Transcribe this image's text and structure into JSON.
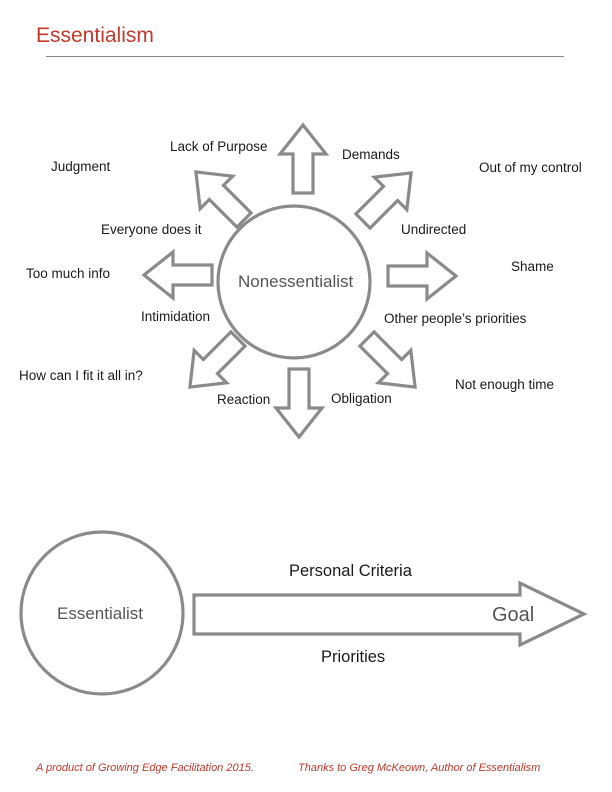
{
  "header": {
    "title": "Essentialism"
  },
  "nonessentialist": {
    "center": "Nonessentialist",
    "labels": {
      "lack_of_purpose": "Lack of Purpose",
      "demands": "Demands",
      "judgment": "Judgment",
      "out_of_control": "Out of my control",
      "everyone_does_it": "Everyone does it",
      "undirected": "Undirected",
      "too_much_info": "Too much info",
      "shame": "Shame",
      "intimidation": "Intimidation",
      "other_priorities": "Other people’s priorities",
      "fit_it_all_in": "How can I fit it all in?",
      "not_enough_time": "Not enough time",
      "reaction": "Reaction",
      "obligation": "Obligation"
    }
  },
  "essentialist": {
    "center": "Essentialist",
    "above_arrow": "Personal Criteria",
    "arrow_label": "Goal",
    "below_arrow": "Priorities"
  },
  "footer": {
    "left": "A product of Growing Edge Facilitation 2015.",
    "right": "Thanks to Greg McKeown, Author of Essentialism"
  },
  "colors": {
    "accent": "#c0392b",
    "stroke": "#888888"
  }
}
